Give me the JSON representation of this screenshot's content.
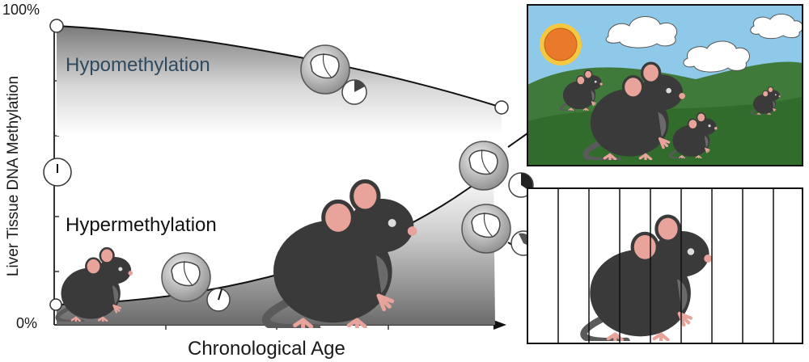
{
  "figure": {
    "y_axis_label": "Liver Tissue DNA Methylation",
    "y_top_tick": "100%",
    "y_bottom_tick": "0%",
    "x_axis_label": "Chronological Age",
    "hypo_label": "Hypomethylation",
    "hyper_label": "Hypermethylation"
  },
  "colors": {
    "mouse_body": "#3a3a3a",
    "mouse_ear": "#e8a39a",
    "sky": "#8ec9ea",
    "grass": "#3f7a3a",
    "sun": "#e87a2a",
    "hypo_text": "#2f4a5e"
  },
  "icons": [
    "liver-clock-icon",
    "mouse-icon",
    "sun-icon",
    "cloud-icon",
    "cage-icon"
  ]
}
